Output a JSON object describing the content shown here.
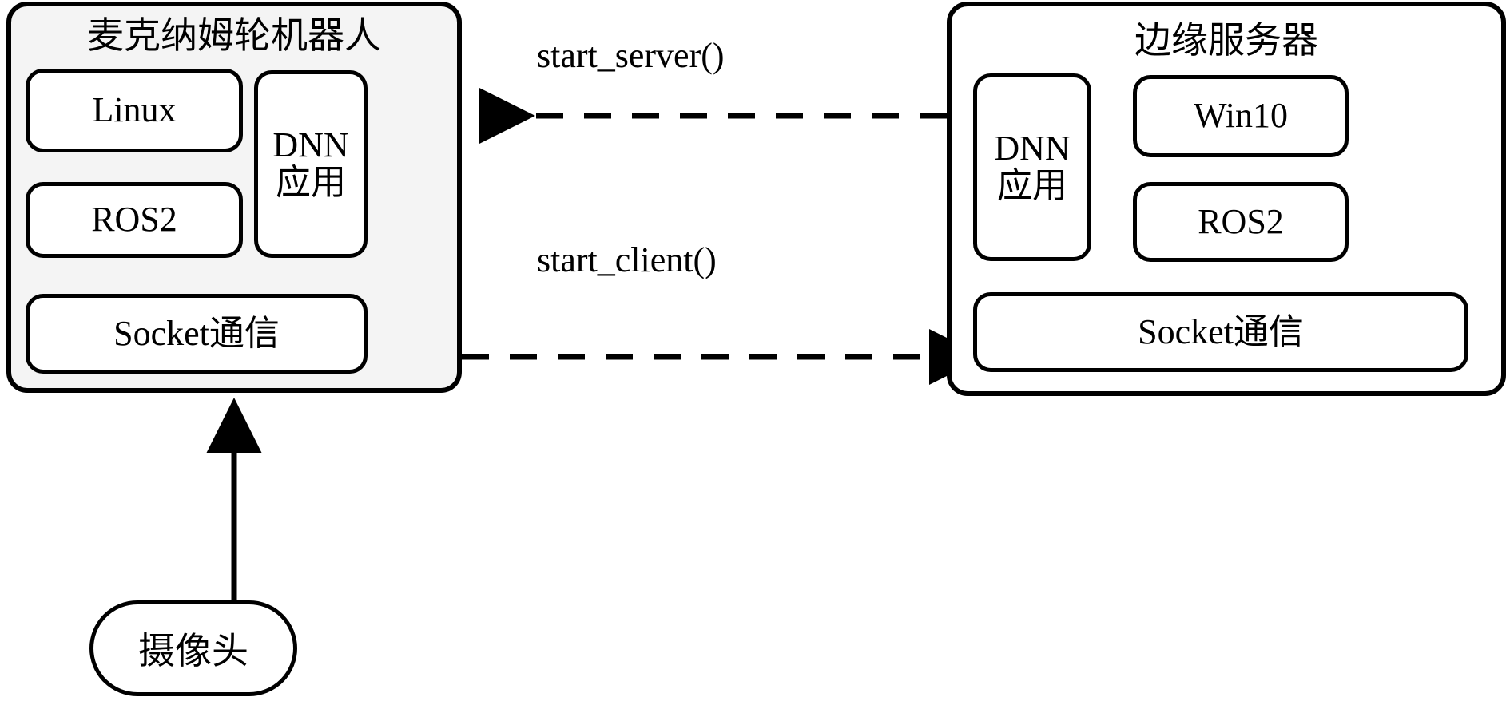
{
  "diagram": {
    "type": "system-architecture",
    "title_visible": false,
    "colors": {
      "stroke": "#000000",
      "robot_panel_fill": "#f4f4f4",
      "server_panel_fill": "#ffffff",
      "box_fill": "#ffffff",
      "background": "#ffffff"
    }
  },
  "robot_panel": {
    "title": "麦克纳姆轮机器人",
    "boxes": [
      {
        "id": "linux",
        "label": "Linux"
      },
      {
        "id": "ros2",
        "label": "ROS2"
      },
      {
        "id": "dnn",
        "label": "DNN\n应用"
      },
      {
        "id": "socket",
        "label": "Socket通信"
      }
    ]
  },
  "server_panel": {
    "title": "边缘服务器",
    "boxes": [
      {
        "id": "dnn",
        "label": "DNN\n应用"
      },
      {
        "id": "win10",
        "label": "Win10"
      },
      {
        "id": "ros2",
        "label": "ROS2"
      },
      {
        "id": "socket",
        "label": "Socket通信"
      }
    ]
  },
  "camera_node": {
    "label": "摄像头"
  },
  "edges": [
    {
      "id": "start-server",
      "label": "start_server()",
      "style": "dashed",
      "direction": "server-to-robot",
      "arrow": "left"
    },
    {
      "id": "start-client",
      "label": "start_client()",
      "style": "dashed",
      "direction": "robot-to-server",
      "arrow": "right"
    },
    {
      "id": "camera-feed",
      "label": "",
      "style": "solid",
      "direction": "camera-to-robot",
      "arrow": "up"
    }
  ]
}
